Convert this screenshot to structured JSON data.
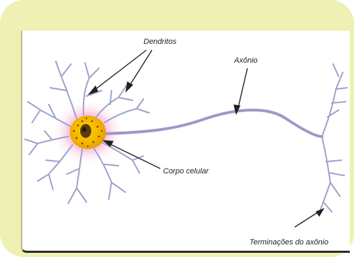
{
  "labels": {
    "dendrites": "Dendritos",
    "axon": "Axônio",
    "cell_body": "Corpo celular",
    "axon_terminals": "Terminações do axônio"
  },
  "colors": {
    "frame": "#eef0b4",
    "neuron_stroke": "#9a9ac8",
    "cell_body": "#f0c400",
    "halo": "#e97ab8",
    "arrow": "#222222"
  }
}
